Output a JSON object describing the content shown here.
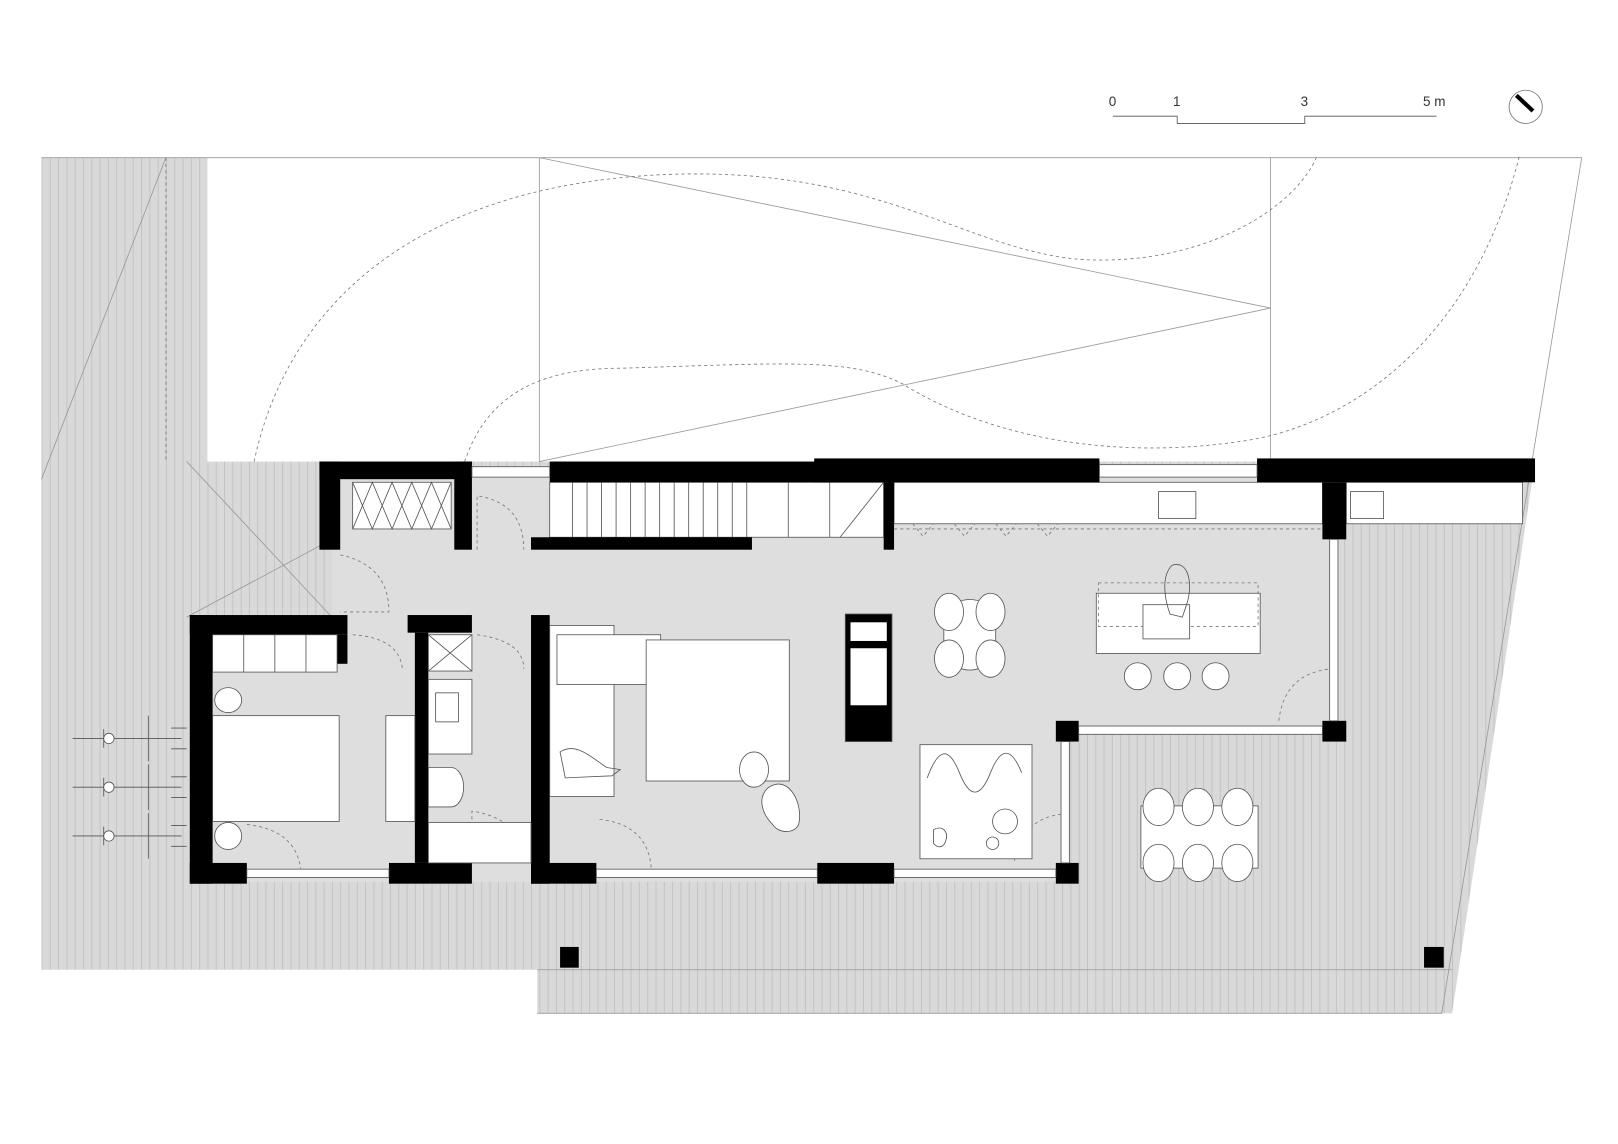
{
  "drawing": {
    "type": "floor plan",
    "scale_bar": {
      "labels": [
        "0",
        "1",
        "3",
        "5 m"
      ]
    },
    "north_arrow": {
      "icon": "north-arrow-icon"
    },
    "colors": {
      "wall": "#000000",
      "floor": "#dedede",
      "deck": "#d9d9d9",
      "furniture": "#ffffff"
    }
  }
}
